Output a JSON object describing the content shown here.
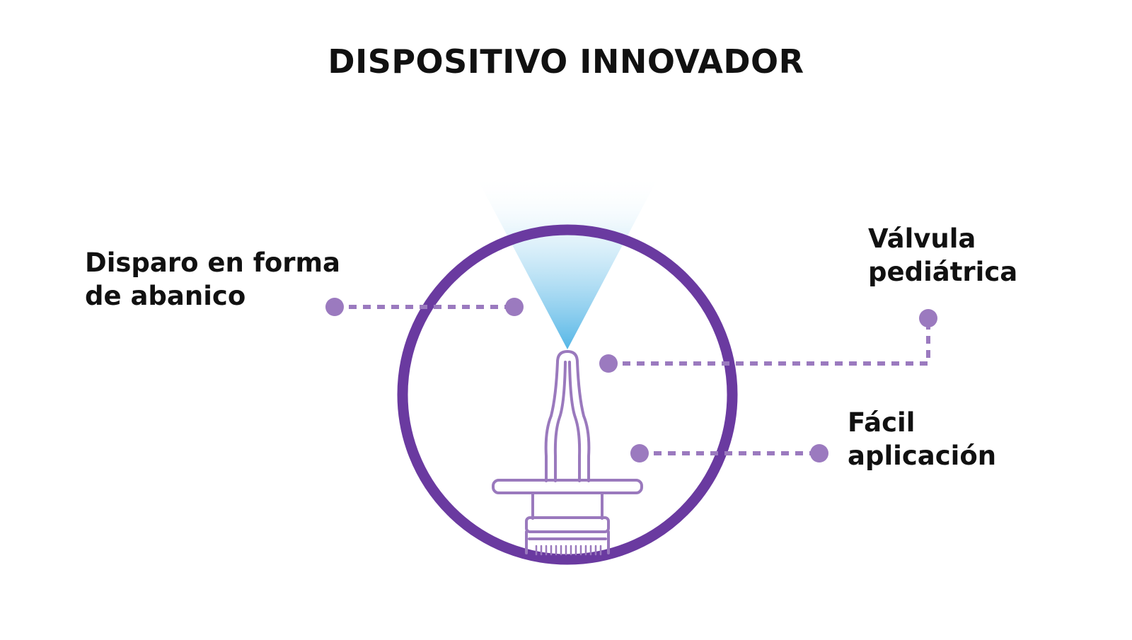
{
  "title": "DISPOSITIVO INNOVADOR",
  "labels": {
    "fan_spray": {
      "line1": "Disparo en forma",
      "line2": "de abanico"
    },
    "pediatric_valve": {
      "line1": "Válvula",
      "line2": "pediátrica"
    },
    "easy_application": {
      "line1": "Fácil",
      "line2": "aplicación"
    }
  },
  "colors": {
    "ring": "#6a3aa0",
    "device_outline": "#9a79bd",
    "connector": "#9b7abf",
    "spray_top": "#ffffff",
    "spray_bottom": "#55b6e6",
    "text": "#111111"
  },
  "icons": {
    "device": "nasal-spray-bottle",
    "spray": "fan-spray-cone"
  }
}
